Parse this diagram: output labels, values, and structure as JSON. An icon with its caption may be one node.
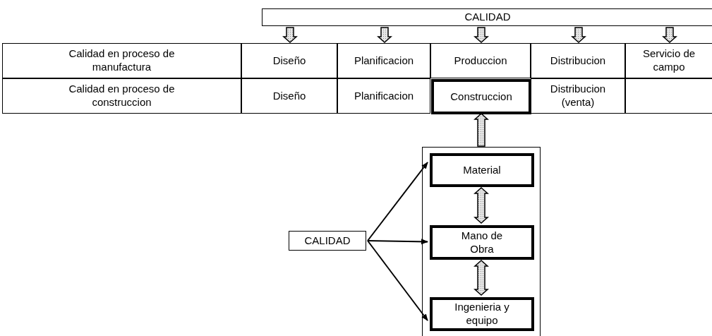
{
  "diagram": {
    "nodes": [
      {
        "text": [
          "CALIDAD"
        ]
      },
      {
        "text": [
          "Calidad en proceso de manufactura"
        ]
      },
      {
        "text": [
          "Diseño"
        ]
      },
      {
        "text": [
          "Planificacion"
        ]
      },
      {
        "text": [
          "Produccion"
        ]
      },
      {
        "text": [
          "Distribucion"
        ]
      },
      {
        "text": [
          "Servicio de campo"
        ]
      },
      {
        "text": [
          "Calidad en proceso de construccion"
        ]
      },
      {
        "text": [
          "Diseño"
        ]
      },
      {
        "text": [
          "Planificacion"
        ]
      },
      {
        "text": [
          "Construccion"
        ]
      },
      {
        "text": [
          "Distribucion (venta)"
        ]
      },
      {
        "text": [],
        "shape": "box"
      },
      {
        "text": [],
        "shape": "box"
      },
      {
        "text": [
          "Material"
        ],
        "in": 13
      },
      {
        "text": [
          "Mano de Obra"
        ],
        "in": 13
      },
      {
        "text": [
          "Ingenieria y equipo"
        ],
        "in": 13
      },
      {
        "text": [
          "CALIDAD"
        ]
      }
    ],
    "edges": [
      {
        "from": 0,
        "to": 2,
        "arrow": "to",
        "style": "thick"
      },
      {
        "from": 0,
        "to": 3,
        "arrow": "to",
        "style": "thick"
      },
      {
        "from": 0,
        "to": 4,
        "arrow": "to",
        "style": "thick"
      },
      {
        "from": 0,
        "to": 5,
        "arrow": "to",
        "style": "thick"
      },
      {
        "from": 0,
        "to": 6,
        "arrow": "to",
        "style": "thick"
      },
      {
        "from": 13,
        "to": 10,
        "arrow": "to",
        "style": "thick"
      },
      {
        "from": 14,
        "to": 15,
        "arrow": "both",
        "style": "thick"
      },
      {
        "from": 15,
        "to": 16,
        "arrow": "both",
        "style": "thick"
      },
      {
        "from": 17,
        "to": 14,
        "arrow": "to"
      },
      {
        "from": 17,
        "to": 15,
        "arrow": "to"
      },
      {
        "from": 17,
        "to": 16,
        "arrow": "to"
      }
    ]
  }
}
